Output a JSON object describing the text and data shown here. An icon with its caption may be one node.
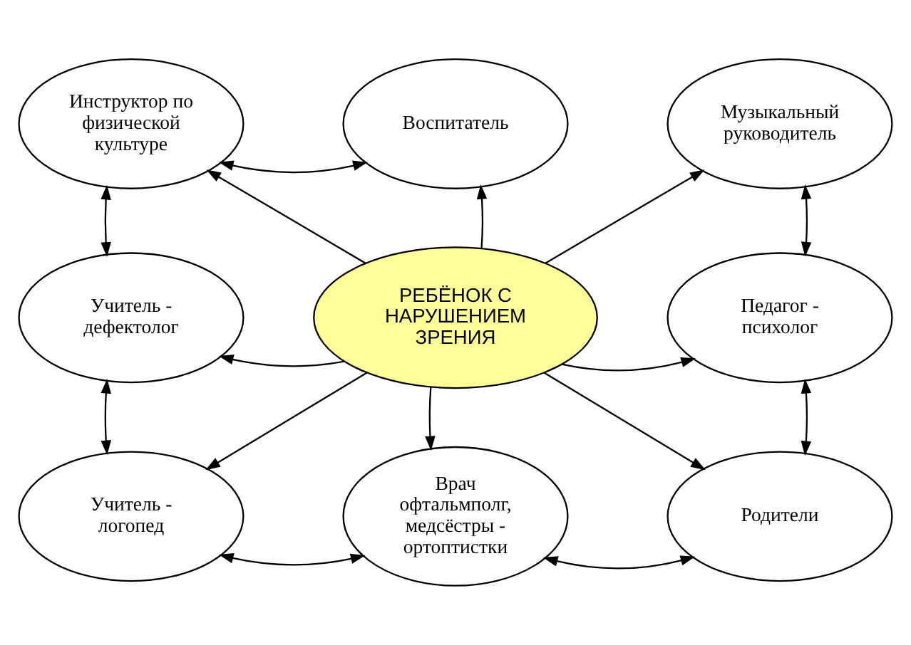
{
  "diagram": {
    "nodes": [
      {
        "text": [
          "РЕБЁНОК С НАРУШЕНИЕМ ЗРЕНИЯ"
        ]
      },
      {
        "text": [
          "Воспитатель"
        ]
      },
      {
        "text": [
          "Музыкальный руководитель"
        ]
      },
      {
        "text": [
          "Педагог - психолог"
        ]
      },
      {
        "text": [
          "Родители"
        ]
      },
      {
        "text": [
          "Врач офтальмполг, медсёстры - ортоптистки"
        ]
      },
      {
        "text": [
          "Учитель - логопед"
        ]
      },
      {
        "text": [
          "Учитель - дефектолог"
        ]
      },
      {
        "text": [
          "Инструктор по физической культуре"
        ]
      }
    ],
    "edges": [
      {
        "from": 0,
        "to": 1,
        "arrow": "to"
      },
      {
        "from": 0,
        "to": 2,
        "arrow": "to"
      },
      {
        "from": 0,
        "to": 3,
        "arrow": "to"
      },
      {
        "from": 0,
        "to": 4,
        "arrow": "to"
      },
      {
        "from": 0,
        "to": 5,
        "arrow": "to"
      },
      {
        "from": 0,
        "to": 6,
        "arrow": "to"
      },
      {
        "from": 0,
        "to": 7,
        "arrow": "to"
      },
      {
        "from": 0,
        "to": 8,
        "arrow": "to"
      },
      {
        "from": 1,
        "to": 8,
        "arrow": "both"
      },
      {
        "from": 8,
        "to": 7,
        "arrow": "both"
      },
      {
        "from": 7,
        "to": 6,
        "arrow": "both"
      },
      {
        "from": 6,
        "to": 5,
        "arrow": "both"
      },
      {
        "from": 5,
        "to": 4,
        "arrow": "both"
      },
      {
        "from": 4,
        "to": 3,
        "arrow": "both"
      },
      {
        "from": 3,
        "to": 2,
        "arrow": "both"
      }
    ]
  }
}
